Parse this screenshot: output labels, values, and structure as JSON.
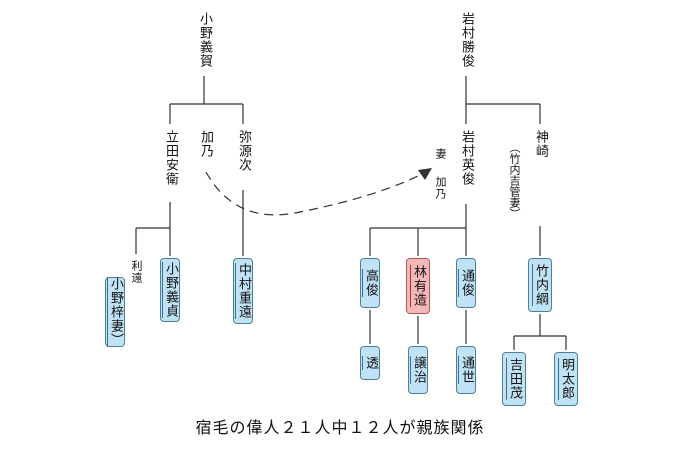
{
  "people": {
    "ono_yoshika": "小野義賀",
    "iwamura_katsutoshi": "岩村勝俊",
    "tachida_yasuemon": "立田安衛",
    "kano": "加乃",
    "yagenji": "弥源次",
    "iwamura_hidetoshi": "岩村英俊",
    "kaminozaki": "神崎",
    "kaminozaki_note": "（竹内吉管妻）",
    "wife_label": "妻",
    "wife_name": "加乃",
    "rien": "利遠",
    "ono_fu_wife": "小野梓妻）",
    "ono_yoshisada": "小野義貞",
    "nakamura_shigeto": "中村重遠",
    "takatoshi": "高俊",
    "hayashi_yuzo": "林有造",
    "michitoshi": "通俊",
    "takeuchi_tsuna": "竹内綱",
    "toru": "透",
    "joji": "譲治",
    "michiyo": "通世",
    "yoshida_shigeru": "吉田茂",
    "meitaro": "明太郎"
  },
  "caption": "宿毛の偉人２１人中１２人が親族関係",
  "colors": {
    "box_fill": "#bfe3f5",
    "box_border": "#4a7f9d",
    "highlight_fill": "#f6b7b7",
    "line": "#333333"
  }
}
